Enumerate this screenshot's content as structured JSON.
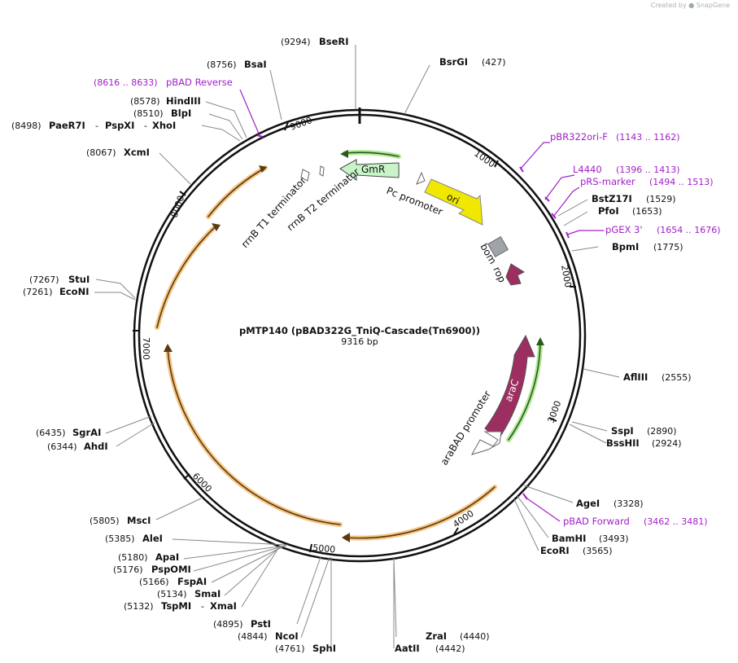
{
  "credit": {
    "created_by": "Created by",
    "brand": "SnapGene"
  },
  "map": {
    "title": "pMTP140 (pBAD322G_TniQ-Cascade(Tn6900))",
    "length_label": "9316 bp",
    "colors": {
      "backbone": "#111111",
      "feature_label": "#a020c8",
      "ori": "#f0e800",
      "gmr": "#c8f5c8",
      "arac": "#9c2e60",
      "rop": "#9c2e60",
      "bom": "#a0a4a8",
      "orf": "#f2b25a"
    }
  },
  "ticks": [
    "9000",
    "1000",
    "2000",
    "3000",
    "4000",
    "5000",
    "6000",
    "7000",
    "8000"
  ],
  "enzymes": [
    {
      "pos": "(9294)",
      "name": "BseRI"
    },
    {
      "pos": "(427)",
      "name": "BsrGI"
    },
    {
      "pos": "(8756)",
      "name": "BsaI"
    },
    {
      "pos": "(8578)",
      "name": "HindIII"
    },
    {
      "pos": "(8510)",
      "name": "BlpI"
    },
    {
      "pos": "(8498)",
      "name": "PaeR7I"
    },
    {
      "pos": "",
      "name": "PspXI"
    },
    {
      "pos": "",
      "name": "XhoI"
    },
    {
      "pos": "(8067)",
      "name": "XcmI"
    },
    {
      "pos": "(1529)",
      "name": "BstZ17I"
    },
    {
      "pos": "(1653)",
      "name": "PfoI"
    },
    {
      "pos": "(1775)",
      "name": "BpmI"
    },
    {
      "pos": "(7267)",
      "name": "StuI"
    },
    {
      "pos": "(7261)",
      "name": "EcoNI"
    },
    {
      "pos": "(2555)",
      "name": "AflIII"
    },
    {
      "pos": "(2890)",
      "name": "SspI"
    },
    {
      "pos": "(2924)",
      "name": "BssHII"
    },
    {
      "pos": "(6435)",
      "name": "SgrAI"
    },
    {
      "pos": "(6344)",
      "name": "AhdI"
    },
    {
      "pos": "(3328)",
      "name": "AgeI"
    },
    {
      "pos": "(3493)",
      "name": "BamHI"
    },
    {
      "pos": "(3565)",
      "name": "EcoRI"
    },
    {
      "pos": "(5805)",
      "name": "MscI"
    },
    {
      "pos": "(5385)",
      "name": "AleI"
    },
    {
      "pos": "(5180)",
      "name": "ApaI"
    },
    {
      "pos": "(5176)",
      "name": "PspOMI"
    },
    {
      "pos": "(5166)",
      "name": "FspAI"
    },
    {
      "pos": "(5134)",
      "name": "SmaI"
    },
    {
      "pos": "(5132)",
      "name": "TspMI"
    },
    {
      "pos": "",
      "name": "XmaI"
    },
    {
      "pos": "(4895)",
      "name": "PstI"
    },
    {
      "pos": "(4844)",
      "name": "NcoI"
    },
    {
      "pos": "(4761)",
      "name": "SphI"
    },
    {
      "pos": "(4440)",
      "name": "ZraI"
    },
    {
      "pos": "(4442)",
      "name": "AatII"
    }
  ],
  "primers": [
    {
      "name": "pBAD Reverse",
      "range": "(8616 .. 8633)"
    },
    {
      "name": "pBR322ori-F",
      "range": "(1143 .. 1162)"
    },
    {
      "name": "L4440",
      "range": "(1396 .. 1413)"
    },
    {
      "name": "pRS-marker",
      "range": "(1494 .. 1513)"
    },
    {
      "name": "pGEX 3'",
      "range": "(1654 .. 1676)"
    },
    {
      "name": "pBAD Forward",
      "range": "(3462 .. 3481)"
    }
  ],
  "features": {
    "gmr": "GmR",
    "ori": "ori",
    "arac": "araC",
    "bom": "bom",
    "rop": "rop",
    "pc_promoter": "Pc promoter",
    "rrnb_t1": "rrnB T1 terminator",
    "rrnb_t2": "rrnB T2 terminator",
    "arabad_promoter": "araBAD promoter"
  }
}
